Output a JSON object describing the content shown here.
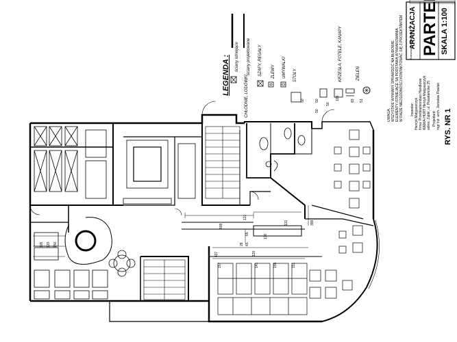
{
  "title_block": {
    "top_note": "Aranżacja.projekt.wnętrz",
    "label1": "ARANŻACJA",
    "label2": "PARTER",
    "scale": "SKALA 1:100"
  },
  "drawing_number": "RYS. NR 1",
  "investor": {
    "label": "Inwestor:",
    "name": "Henryk Matyjaszczyk",
    "company": "firma: Przedsiębiorstwo Handlowe",
    "company2": "WEMA-HURT Henryk Matyjaszczyk",
    "address": "adres: Ząbki, ul. Powstańców 25"
  },
  "designer": {
    "label": "Projektant:",
    "name": "mgr inż. arch. Jarosław Pawlak"
  },
  "notes": {
    "label": "UWAGA:",
    "line1": "WSZYSTKIE WYMIARY SPRAWDZIĆ NA BUDOWIE.",
    "line2": "ELEMENTY ISTNIEJĄCE SĄ PODSTAWĄ WYMIAROWANIA",
    "line3": "W RAZIE NIEZGODNOŚCI KONTAKTOWAĆ SIĘ Z PROJEKTANTEM"
  },
  "legend": {
    "title": "LEGENDA :",
    "existing_walls": "ściany istniejące",
    "new_walls": "ściany projektowane",
    "fridges": "CHŁODNIE, LODÓWKI",
    "cabinets": "SZAFY, REGAŁY",
    "sinks": "ZLEWY",
    "washbasins": "UMYWALKI",
    "tables": "STOŁY",
    "seating": "KRZESŁA, FOTELE, KANAPY",
    "greenery": "ZIELEŃ",
    "dim_50a": "50",
    "dim_50b": "50",
    "dim_50c": "50",
    "dim_50d": "50",
    "dim_105": "105",
    "dim_83": "83",
    "dim_51": "51"
  },
  "dimensions": {
    "d609": "609",
    "d131a": "131",
    "d131b": "131",
    "d399": "399",
    "d65a": "65",
    "d65b": "65",
    "d28": "28",
    "d120": "120",
    "d437": "437",
    "d157": "157",
    "d141": "141",
    "d155": "155",
    "d151": "151",
    "d130": "130",
    "d105": "105",
    "d120b": "120",
    "d150": "150"
  }
}
